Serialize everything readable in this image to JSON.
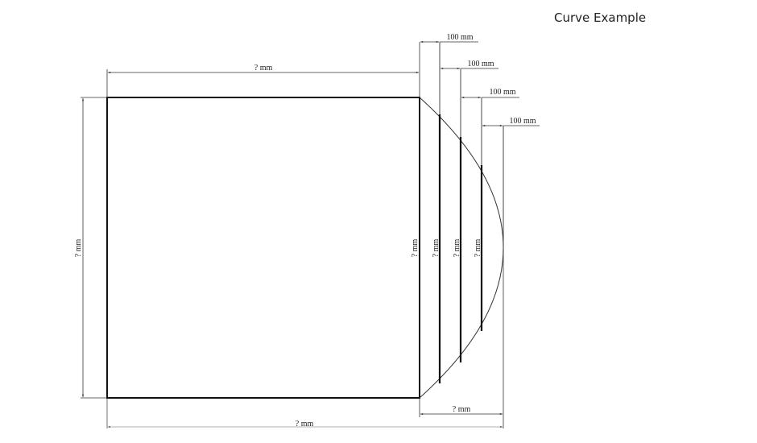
{
  "title": "Curve Example",
  "dimensions": {
    "top_width": "? mm",
    "left_height": "? mm",
    "bottom_total_width": "? mm",
    "bottom_curve_depth": "? mm",
    "steps": [
      "100 mm",
      "100 mm",
      "100 mm",
      "100 mm"
    ],
    "chord_heights": [
      "? mm",
      "? mm",
      "? mm",
      "? mm"
    ]
  },
  "colors": {
    "line": "#111111",
    "dim_line": "#333333",
    "background": "#ffffff"
  }
}
